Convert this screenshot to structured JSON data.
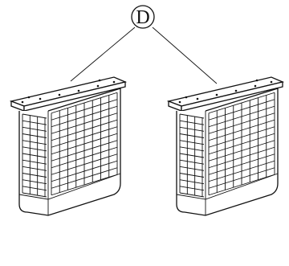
{
  "callout": {
    "label": "D"
  },
  "units": [
    {
      "name": "left-unit"
    },
    {
      "name": "right-unit"
    }
  ]
}
